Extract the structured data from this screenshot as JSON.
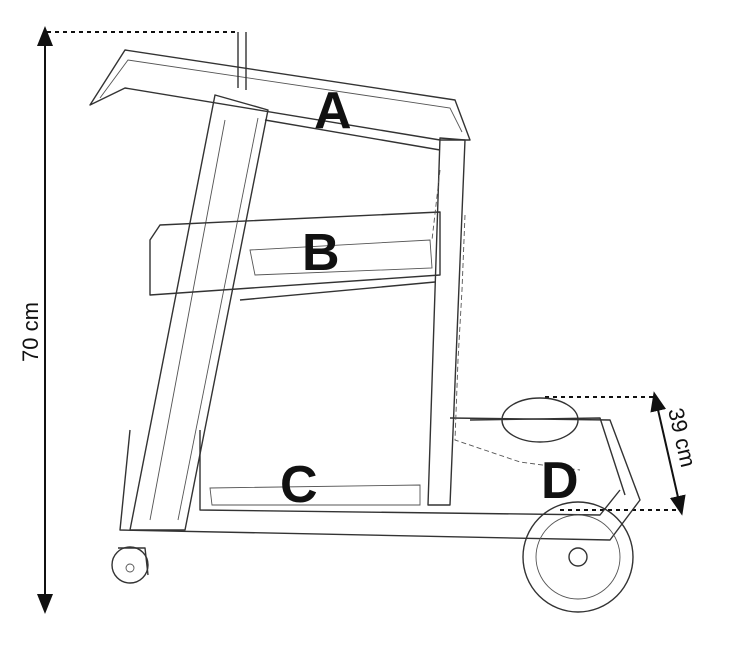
{
  "dimensions": {
    "height_total": "70 cm",
    "height_lower": "39 cm"
  },
  "part_labels": [
    "A",
    "B",
    "C",
    "D"
  ]
}
